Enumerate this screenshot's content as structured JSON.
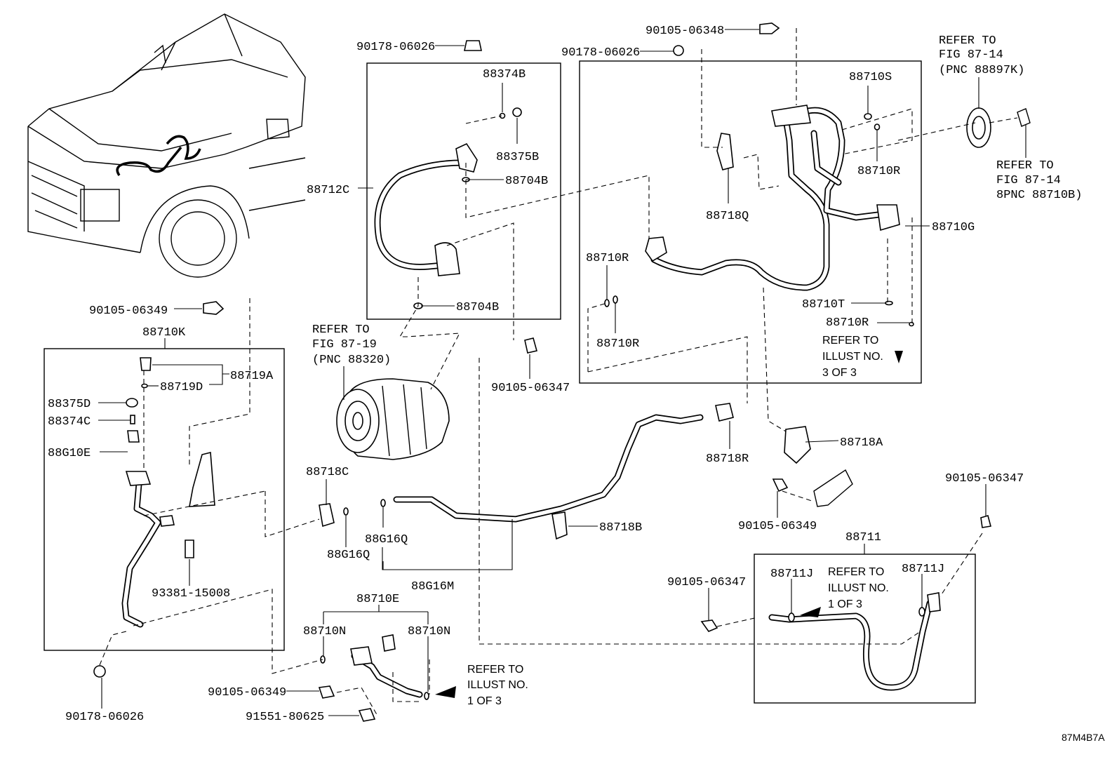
{
  "labels": {
    "p90178_06026_top": "90178-06026",
    "p88374B": "88374B",
    "p88375B": "88375B",
    "p88704B_a": "88704B",
    "p88712C": "88712C",
    "p88704B_b": "88704B",
    "p90105_06348": "90105-06348",
    "p90178_06026_mid": "90178-06026",
    "p88710S": "88710S",
    "p88710R_a": "88710R",
    "p88718Q": "88718Q",
    "p88710G": "88710G",
    "p88710R_b": "88710R",
    "p88710R_c": "88710R",
    "p88710T": "88710T",
    "p88710R_d": "88710R",
    "p90105_06347_a": "90105-06347",
    "p90105_06349_a": "90105-06349",
    "p88710K": "88710K",
    "p88719A": "88719A",
    "p88719D": "88719D",
    "p88375D": "88375D",
    "p88374C": "88374C",
    "p88G10E": "88G10E",
    "p93381_15008": "93381-15008",
    "p90178_06026_bot": "90178-06026",
    "p88718C": "88718C",
    "p88G16Q_a": "88G16Q",
    "p88G16Q_b": "88G16Q",
    "p88G16M": "88G16M",
    "p88718B": "88718B",
    "p88718R": "88718R",
    "p88718A": "88718A",
    "p90105_06349_b": "90105-06349",
    "p90105_06347_b": "90105-06347",
    "p88711": "88711",
    "p90105_06347_c": "90105-06347",
    "p88711J_a": "88711J",
    "p88711J_b": "88711J",
    "p88710E": "88710E",
    "p88710N_a": "88710N",
    "p88710N_b": "88710N",
    "p90105_06349_c": "90105-06349",
    "p91551_80625": "91551-80625"
  },
  "references": {
    "fig_87_14_a": [
      "REFER TO",
      "FIG 87-14",
      "(PNC 88897K)"
    ],
    "fig_87_14_b": [
      "REFER TO",
      "FIG 87-14",
      "8PNC 88710B)"
    ],
    "fig_87_19": [
      "REFER TO",
      "FIG 87-19",
      "(PNC 88320)"
    ],
    "illust_3of3": [
      "REFER TO",
      "ILLUST NO.",
      "3 OF 3"
    ],
    "illust_1of3_a": [
      "REFER TO",
      "ILLUST NO.",
      "1 OF 3"
    ],
    "illust_1of3_b": [
      "REFER TO",
      "ILLUST NO.",
      "1 OF 3"
    ]
  },
  "diagram_code": "87M4B7A"
}
